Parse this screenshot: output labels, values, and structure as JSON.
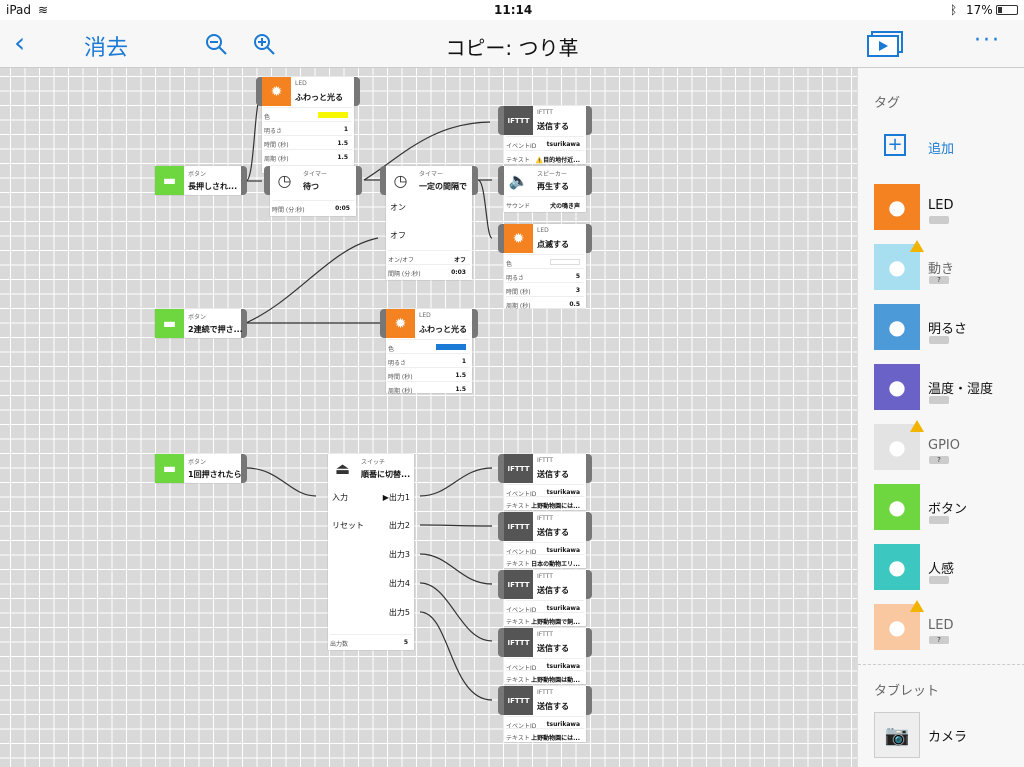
{
  "status": {
    "device": "iPad",
    "time": "11:14",
    "battery": "17%"
  },
  "nav": {
    "back_icon": "chevron-left-icon",
    "delete_label": "消去",
    "title": "コピー: つり革"
  },
  "nodes": {
    "led1": {
      "type": "LED",
      "label": "ふわっと光る",
      "p1": "色",
      "p2": "明るさ",
      "v2": "1",
      "p3": "時間 (秒)",
      "v3": "1.5",
      "p4": "周期 (秒)",
      "v4": "1.5",
      "color": "#f7f700"
    },
    "btn1": {
      "type": "ボタン",
      "label": "長押しされ..."
    },
    "timer1": {
      "type": "タイマー",
      "label": "待つ",
      "p1": "時間 (分:秒)",
      "v1": "0:05"
    },
    "timer2": {
      "type": "タイマー",
      "label": "一定の間隔で",
      "on": "オン",
      "off": "オフ",
      "p1": "オン/オフ",
      "v1": "オフ",
      "p2": "間隔 (分:秒)",
      "v2": "0:03"
    },
    "ifttt1": {
      "type": "IFTTT",
      "label": "送信する",
      "p1": "イベントID",
      "v1": "tsurikawa",
      "p2": "テキスト",
      "v2": "⚠️目的地付近..."
    },
    "speaker": {
      "type": "スピーカー",
      "label": "再生する",
      "p1": "サウンド",
      "v1": "犬の鳴き声"
    },
    "led2": {
      "type": "LED",
      "label": "点滅する",
      "p1": "色",
      "p2": "明るさ",
      "v2": "5",
      "p3": "時間 (秒)",
      "v3": "3",
      "p4": "周期 (秒)",
      "v4": "0.5",
      "color": "#ffffff"
    },
    "btn2": {
      "type": "ボタン",
      "label": "2連続で押さ..."
    },
    "led3": {
      "type": "LED",
      "label": "ふわっと光る",
      "p1": "色",
      "p2": "明るさ",
      "v2": "1",
      "p3": "時間 (秒)",
      "v3": "1.5",
      "p4": "周期 (秒)",
      "v4": "1.5",
      "color": "#1a7ad6"
    },
    "btn3": {
      "type": "ボタン",
      "label": "1回押されたら"
    },
    "switch": {
      "type": "スイッチ",
      "label": "順番に切替...",
      "in1": "入力",
      "in2": "リセット",
      "o1": "▶出力1",
      "o2": "出力2",
      "o3": "出力3",
      "o4": "出力4",
      "o5": "出力5",
      "p1": "出力数",
      "v1": "5"
    },
    "ifttt2": {
      "type": "IFTTT",
      "label": "送信する",
      "p1": "イベントID",
      "v1": "tsurikawa",
      "p2": "テキスト",
      "v2": "上野動物園には..."
    },
    "ifttt3": {
      "type": "IFTTT",
      "label": "送信する",
      "p1": "イベントID",
      "v1": "tsurikawa",
      "p2": "テキスト",
      "v2": "日本の動物エリ..."
    },
    "ifttt4": {
      "type": "IFTTT",
      "label": "送信する",
      "p1": "イベントID",
      "v1": "tsurikawa",
      "p2": "テキスト",
      "v2": "上野動物園で飼..."
    },
    "ifttt5": {
      "type": "IFTTT",
      "label": "送信する",
      "p1": "イベントID",
      "v1": "tsurikawa",
      "p2": "テキスト",
      "v2": "上野動物園は動..."
    },
    "ifttt6": {
      "type": "IFTTT",
      "label": "送信する",
      "p1": "イベントID",
      "v1": "tsurikawa",
      "p2": "テキスト",
      "v2": "上野動物園には..."
    }
  },
  "sidebar": {
    "tag_heading": "タグ",
    "add_label": "追加",
    "items": [
      {
        "label": "LED",
        "icon": "led-icon",
        "color": "#f58220",
        "badge": ""
      },
      {
        "label": "動き",
        "icon": "motion-icon",
        "color": "#a8dff0",
        "badge": "?"
      },
      {
        "label": "明るさ",
        "icon": "brightness-icon",
        "color": "#4d9ad8",
        "badge": ""
      },
      {
        "label": "温度・湿度",
        "icon": "temperature-icon",
        "color": "#6b62c8",
        "badge": ""
      },
      {
        "label": "GPIO",
        "icon": "gpio-icon",
        "color": "#e3e3e3",
        "badge": "?"
      },
      {
        "label": "ボタン",
        "icon": "button-icon",
        "color": "#6ed63f",
        "badge": ""
      },
      {
        "label": "人感",
        "icon": "human-sensor-icon",
        "color": "#3cc8c0",
        "badge": ""
      },
      {
        "label": "LED",
        "icon": "led-icon",
        "color": "#f9c8a0",
        "badge": "?"
      }
    ],
    "tablet_heading": "タブレット",
    "camera_label": "カメラ"
  }
}
